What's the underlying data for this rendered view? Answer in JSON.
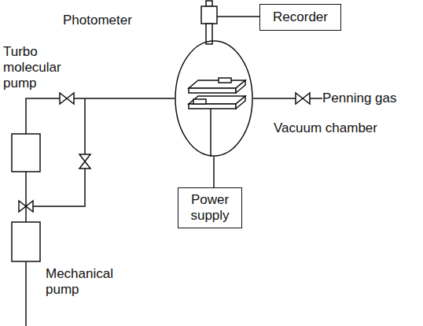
{
  "diagram": {
    "nodes": [
      {
        "text": [
          "Recorder"
        ]
      },
      {
        "text": [
          "Vacuum chamber"
        ]
      },
      {
        "text": [
          "Power supply"
        ]
      }
    ],
    "edges": [
      {
        "from": 1,
        "to": 2,
        "arrow": "none"
      }
    ],
    "labels": [
      "Photometer",
      "Turbo molecular pump",
      "Penning gas",
      "Mechanical pump"
    ]
  }
}
